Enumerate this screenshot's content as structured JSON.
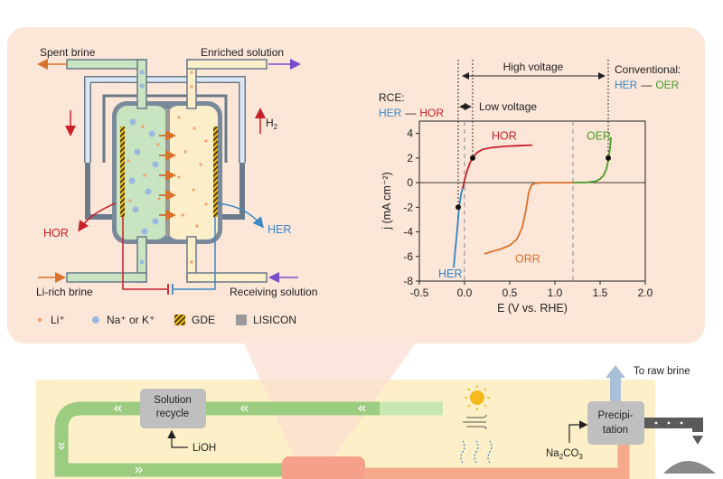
{
  "cell": {
    "spent_brine": "Spent brine",
    "enriched_solution": "Enriched solution",
    "h2_main": "H",
    "h2_sub": "2",
    "hor": "HOR",
    "her": "HER",
    "li_rich_brine": "Li-rich brine",
    "receiving_solution": "Receiving solution"
  },
  "legend": {
    "li": "Li⁺",
    "na_k": "Na⁺ or K⁺",
    "gde": "GDE",
    "lisicon": "LISICON"
  },
  "chart_annotations": {
    "high_voltage": "High voltage",
    "low_voltage": "Low voltage",
    "rce_label": "RCE:",
    "rce_her": "HER",
    "rce_dash": "—",
    "rce_hor": "HOR",
    "conv_label": "Conventional:",
    "conv_her": "HER",
    "conv_dash": "—",
    "conv_oer": "OER"
  },
  "chart_data": {
    "type": "line",
    "xlabel": "E (V vs. RHE)",
    "ylabel": "j (mA cm⁻²)",
    "xlim": [
      -0.5,
      2.0
    ],
    "ylim": [
      -8,
      5
    ],
    "xticks": [
      "-0.5",
      "0.0",
      "0.5",
      "1.0",
      "1.5",
      "2.0"
    ],
    "yticks": [
      "4",
      "2",
      "0",
      "-2",
      "-4",
      "-6",
      "-8"
    ],
    "series": [
      {
        "name": "HER",
        "color": "#2e86c8",
        "label_pos": [
          -0.29,
          -7.7
        ],
        "x": [
          -0.12,
          -0.1,
          -0.08,
          -0.06,
          -0.04,
          -0.02,
          0.0
        ],
        "y": [
          -6.9,
          -5.3,
          -3.8,
          -2.0,
          -1.0,
          -0.4,
          -0.1
        ]
      },
      {
        "name": "HOR",
        "color": "#c8202a",
        "label_pos": [
          0.3,
          3.5
        ],
        "x": [
          -0.02,
          0.0,
          0.03,
          0.06,
          0.09,
          0.14,
          0.2,
          0.3,
          0.45,
          0.6,
          0.75
        ],
        "y": [
          -0.5,
          0.2,
          1.0,
          1.6,
          2.0,
          2.45,
          2.7,
          2.85,
          2.95,
          3.0,
          3.05
        ]
      },
      {
        "name": "ORR",
        "color": "#d9722b",
        "label_pos": [
          0.56,
          -6.5
        ],
        "x": [
          0.22,
          0.3,
          0.4,
          0.5,
          0.58,
          0.64,
          0.68,
          0.71,
          0.74,
          0.78,
          0.85,
          0.95,
          1.05,
          1.2
        ],
        "y": [
          -5.8,
          -5.6,
          -5.4,
          -5.1,
          -4.6,
          -3.6,
          -2.2,
          -0.8,
          -0.2,
          -0.05,
          0.0,
          0.0,
          0.0,
          0.0
        ]
      },
      {
        "name": "OER",
        "color": "#4a9a2a",
        "label_pos": [
          1.35,
          3.5
        ],
        "x": [
          1.2,
          1.35,
          1.45,
          1.5,
          1.54,
          1.57,
          1.59,
          1.61,
          1.62
        ],
        "y": [
          0.0,
          0.02,
          0.1,
          0.3,
          0.6,
          1.1,
          1.8,
          2.8,
          3.7
        ]
      }
    ],
    "markers": [
      {
        "x": -0.07,
        "y": -2.0
      },
      {
        "x": 0.09,
        "y": 2.0
      },
      {
        "x": 1.59,
        "y": 2.0
      }
    ],
    "vlines_dashed_gray": [
      0.0,
      1.2
    ],
    "vlines_dotted_black": [
      -0.07,
      0.09,
      1.59
    ]
  },
  "process": {
    "solution_recycle_1": "Solution",
    "solution_recycle_2": "recycle",
    "lioh": "LiOH",
    "precip_1": "Precipi-",
    "precip_2": "tation",
    "to_raw_brine": "To raw brine",
    "na2co3_a": "Na",
    "na2co3_sub1": "2",
    "na2co3_b": "CO",
    "na2co3_sub2": "3"
  }
}
